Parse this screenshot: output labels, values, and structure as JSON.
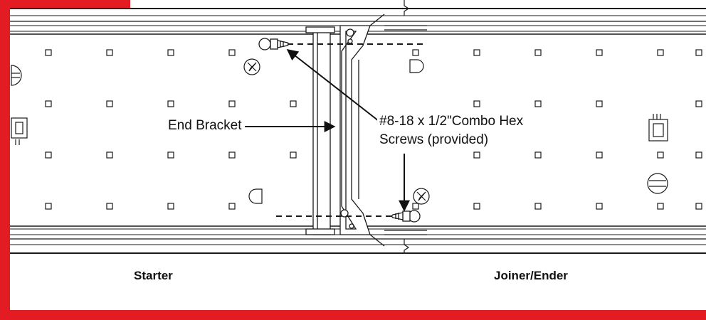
{
  "callouts": {
    "end_bracket": "End Bracket",
    "screws_line1": "#8-18 x 1/2\"Combo Hex",
    "screws_line2": "Screws (provided)"
  },
  "sections": {
    "starter": "Starter",
    "joiner_ender": "Joiner/Ender"
  },
  "colors": {
    "frame_red": "#e31b23",
    "line": "#1a1a1a"
  }
}
